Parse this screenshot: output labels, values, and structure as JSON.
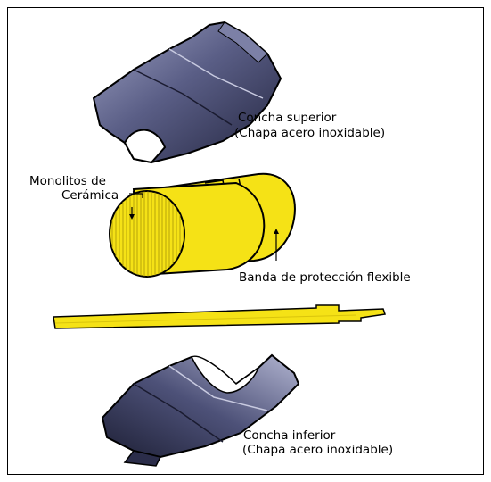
{
  "labels": {
    "upper_shell_name": "Concha superior",
    "upper_shell_material": "(Chapa acero inoxidable)",
    "monoliths_line1": "Monolitos de",
    "monoliths_line2": "Cerámica",
    "protection_band": "Banda de protección flexible",
    "lower_shell_name": "Concha inferior",
    "lower_shell_material": "(Chapa acero inoxidable)"
  },
  "colors": {
    "shell_dark": "#2b2d4a",
    "shell_mid": "#5a5e86",
    "shell_light": "#9ea2c4",
    "monolith_yellow": "#f5e216",
    "monolith_shade": "#d9c40c",
    "outline": "#000000"
  }
}
